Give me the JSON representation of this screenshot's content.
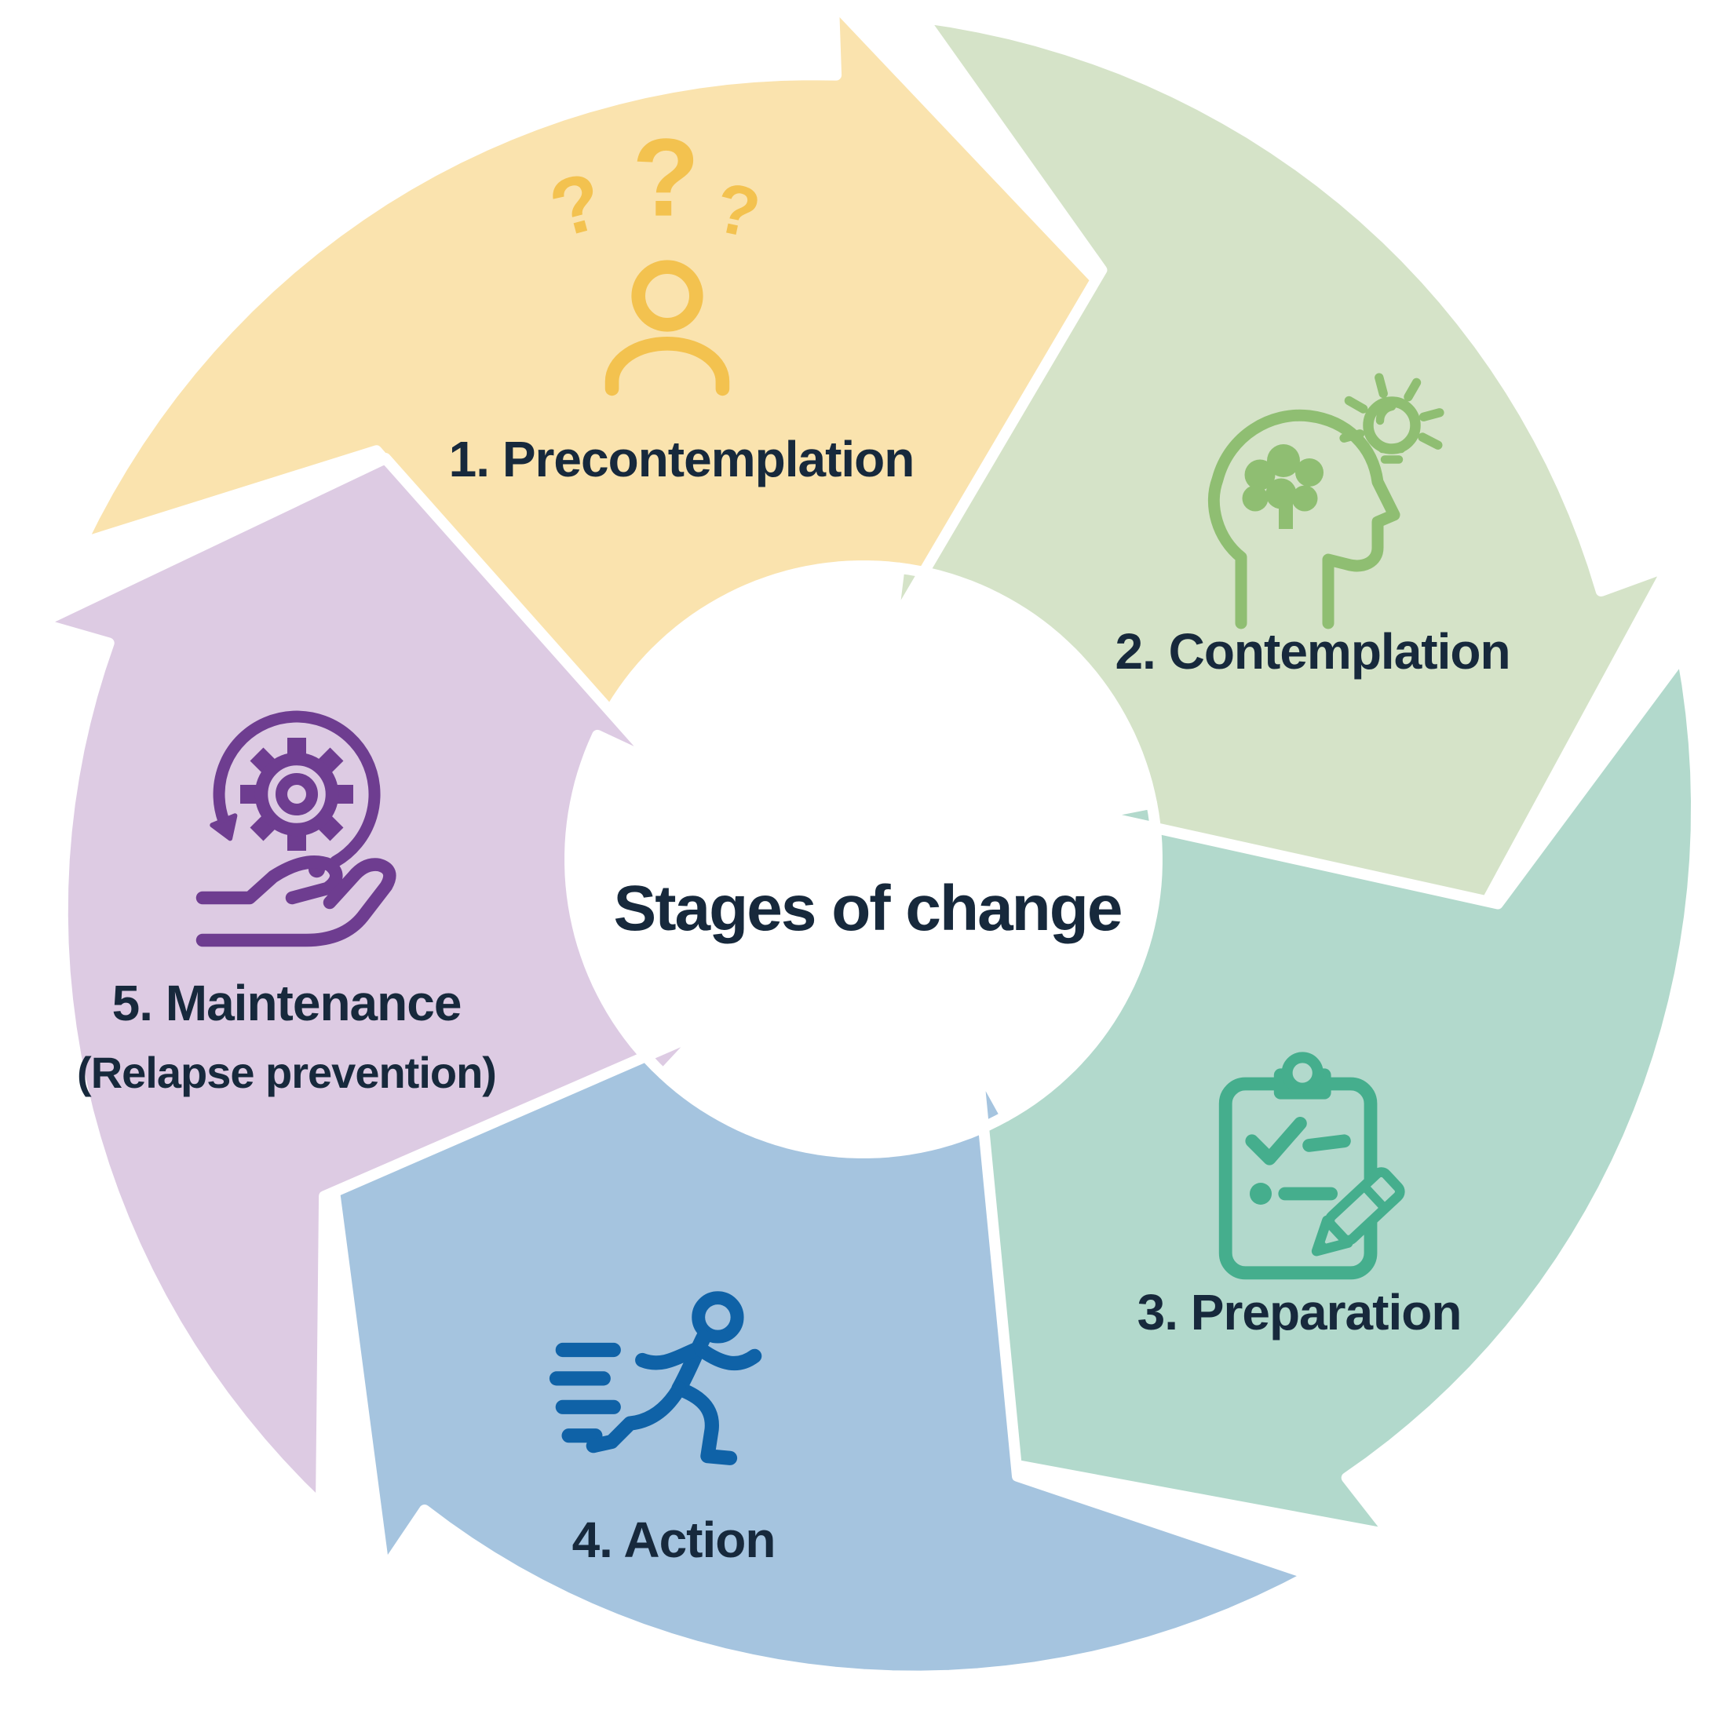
{
  "diagram": {
    "title": "Stages of change",
    "background_color": "#ffffff",
    "gap_color": "#ffffff",
    "text_color": "#17293C",
    "stages": [
      {
        "label": "1. Precontemplation",
        "fill": "#FAE3AE",
        "icon_color": "#F3C24F",
        "icon": "person-question-marks-icon"
      },
      {
        "label": "2. Contemplation",
        "fill": "#D5E3C8",
        "icon_color": "#8FBE72",
        "icon": "head-brain-lightbulb-icon"
      },
      {
        "label": "3. Preparation",
        "fill": "#B2D9CC",
        "icon_color": "#45AE8D",
        "icon": "clipboard-checklist-pencil-icon"
      },
      {
        "label": "4. Action",
        "fill": "#A5C4DF",
        "icon_color": "#0F62A7",
        "icon": "running-person-icon"
      },
      {
        "label": "5. Maintenance",
        "sublabel": "(Relapse prevention)",
        "fill": "#DDCBE3",
        "icon_color": "#6E3D90",
        "icon": "gear-hand-cycle-icon"
      }
    ]
  }
}
